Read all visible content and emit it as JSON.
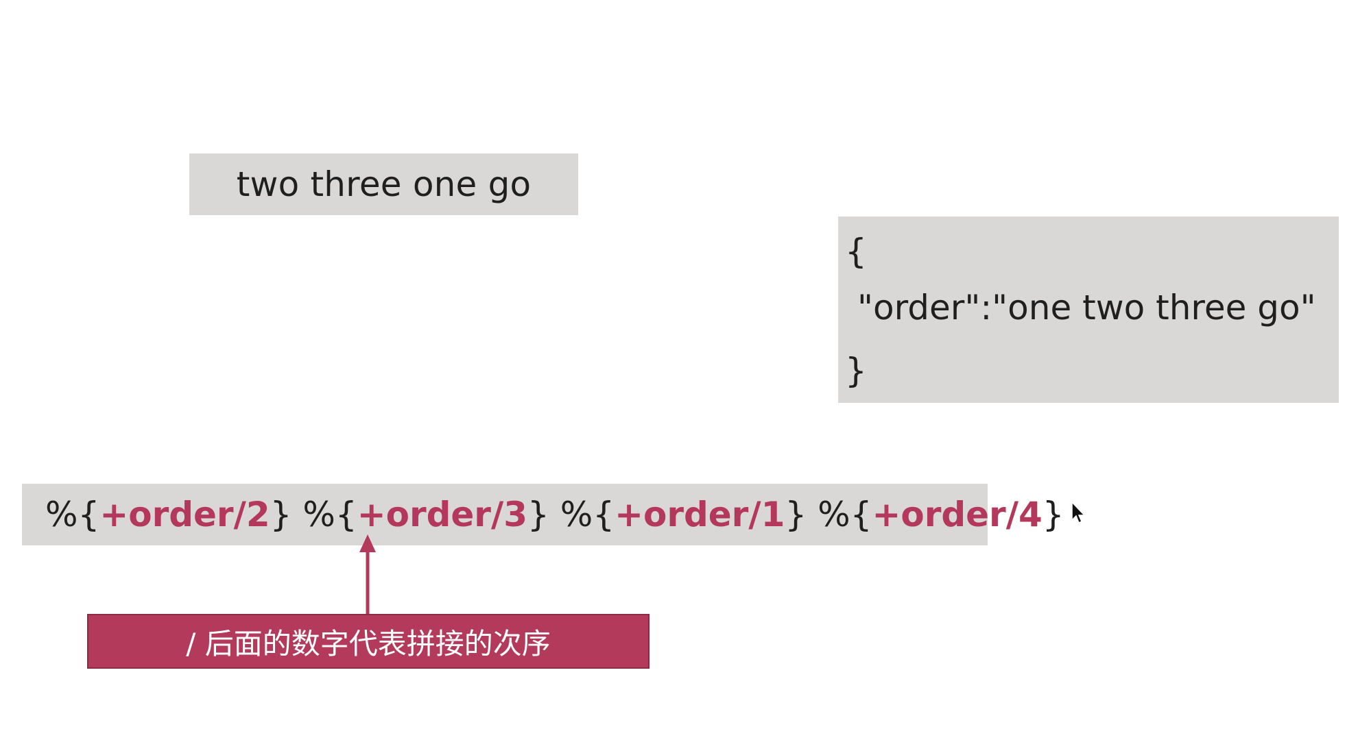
{
  "result_text": "two three one go",
  "json_example": {
    "open": "{",
    "line": "\"order\":\"one two three go\"",
    "close": "}"
  },
  "template": [
    {
      "prefix": "%{",
      "token": "+order/2",
      "suffix": "}"
    },
    {
      "prefix": "%{",
      "token": "+order/3",
      "suffix": "}"
    },
    {
      "prefix": "%{",
      "token": "+order/1",
      "suffix": "}"
    },
    {
      "prefix": "%{",
      "token": "+order/4",
      "suffix": "}"
    }
  ],
  "annotation": "/ 后面的数字代表拼接的次序",
  "colors": {
    "highlight": "#b3385c",
    "box_fill": "#d9d8d6",
    "label_fill": "#b33a5a"
  },
  "icons": {
    "cursor": "mouse-pointer-icon"
  }
}
